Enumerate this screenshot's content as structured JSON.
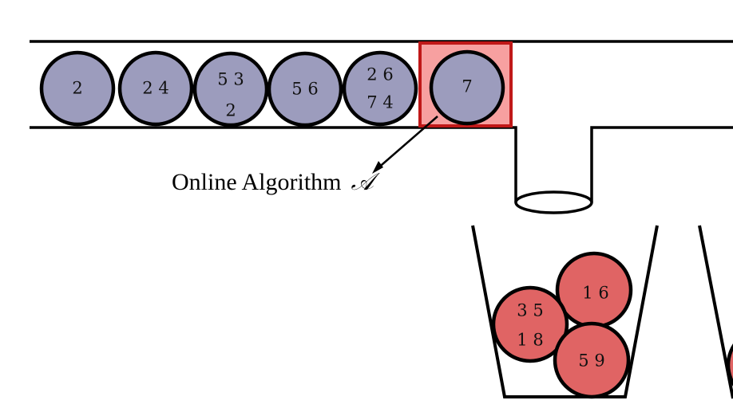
{
  "colors": {
    "queue_ball_fill": "#9c9cbd",
    "bin_ball_fill": "#e06464",
    "selection_fill": "#f7a0a0",
    "selection_stroke": "#c01818",
    "stroke": "#000000"
  },
  "queue_balls": [
    {
      "lines": [
        "2"
      ]
    },
    {
      "lines": [
        "2 4"
      ]
    },
    {
      "lines": [
        "5 3",
        "2"
      ]
    },
    {
      "lines": [
        "5 6"
      ]
    },
    {
      "lines": [
        "2 6",
        "7 4"
      ]
    },
    {
      "lines": [
        "7"
      ],
      "selected": true
    }
  ],
  "caption": {
    "text": "Online Algorithm",
    "symbol": "𝒜"
  },
  "bin_balls": [
    {
      "lines": [
        "1 6"
      ]
    },
    {
      "lines": [
        "3 5",
        "1 8"
      ]
    },
    {
      "lines": [
        "5 9"
      ]
    }
  ]
}
